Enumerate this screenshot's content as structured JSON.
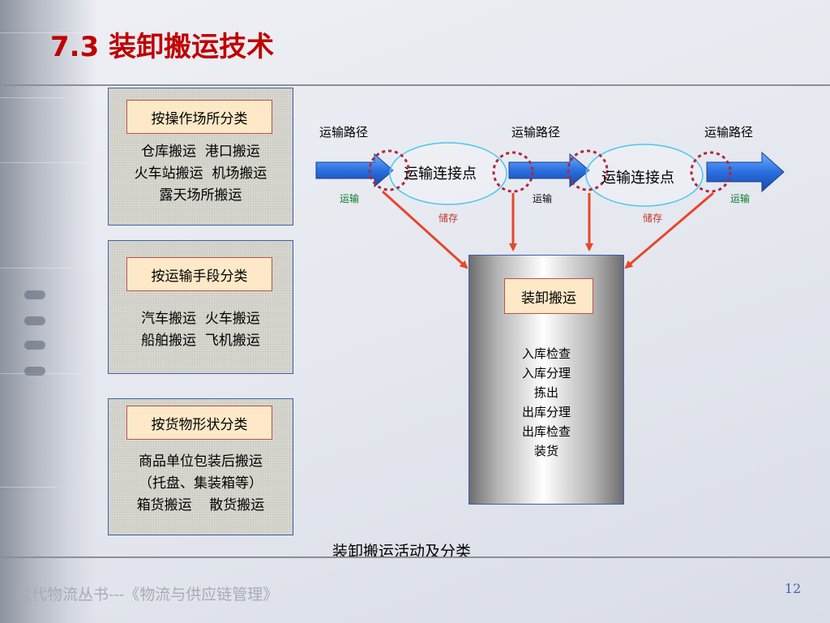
{
  "slide": {
    "title": "7.3 装卸搬运技术",
    "caption": "装卸搬运活动及分类",
    "footer": {
      "series": "现代物流丛书---《物流与供应链管理》",
      "page_number": "12"
    }
  },
  "categories": [
    {
      "label": "按操作场所分类",
      "lines": [
        "仓库搬运  港口搬运",
        "火车站搬运  机场搬运",
        "露天场所搬运"
      ]
    },
    {
      "label": "按运输手段分类",
      "lines": [
        "汽车搬运  火车搬运",
        "船舶搬运  飞机搬运"
      ]
    },
    {
      "label": "按货物形状分类",
      "lines": [
        "商品单位包装后搬运",
        "（托盘、集装箱等）",
        "箱货搬运    散货搬运"
      ]
    }
  ],
  "flow": {
    "route_labels": [
      "运输路径",
      "运输路径",
      "运输路径"
    ],
    "node_labels": [
      "运输连接点",
      "运输连接点"
    ],
    "transport_labels": [
      "运输",
      "运输",
      "运输"
    ],
    "storage_labels": [
      "储存",
      "储存"
    ]
  },
  "handling": {
    "label": "装卸搬运",
    "items": [
      "入库检查",
      "入库分理",
      "拣出",
      "出库分理",
      "出库检查",
      "装货"
    ]
  },
  "colors": {
    "title": "#c00000",
    "arrow_blue": "#1f5fd6",
    "connector_red": "#e8462a",
    "dashed_circle": "#b0283a",
    "label_fill": "#fde9c7",
    "green_text": "#0a7a2a",
    "red_text": "#c0392b"
  }
}
